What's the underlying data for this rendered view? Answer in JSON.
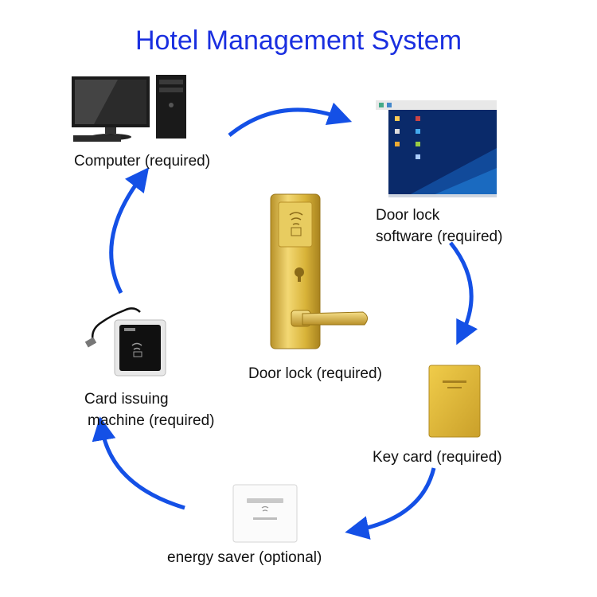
{
  "title": "Hotel Management System",
  "labels": {
    "computer": "Computer (required)",
    "software_line1": "Door lock",
    "software_line2": "software (required)",
    "door_lock": "Door lock (required)",
    "card_issuer_line1": "Card issuing",
    "card_issuer_line2": "machine (required)",
    "key_card": "Key card (required)",
    "energy_saver": "energy saver (optional)"
  },
  "colors": {
    "title": "#1a2fe0",
    "arrow": "#1450e6",
    "gold": "#d9b43a"
  }
}
